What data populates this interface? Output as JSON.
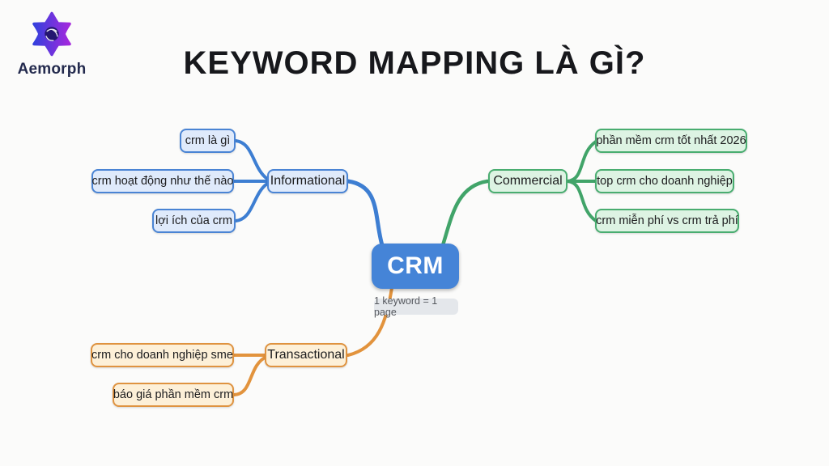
{
  "page": {
    "background_color": "#fbfbfa"
  },
  "header": {
    "brand_name": "Aemorph",
    "brand_text_color": "#232a4d",
    "logo_gradient_start": "#3440dd",
    "logo_gradient_end": "#a428dd",
    "title": "KEYWORD MAPPING LÀ GÌ?",
    "title_color": "#17181c"
  },
  "mindmap": {
    "center_node": {
      "label": "CRM",
      "fill_color": "#4584d7",
      "text_color": "#ffffff"
    },
    "center_note": {
      "label": "1 keyword = 1 page",
      "fill_color": "#e4e7eb",
      "text_color": "#55585e"
    },
    "branches": [
      {
        "label": "Informational",
        "line_color": "#3d7ed2",
        "node_fill": "#dfeafb",
        "children": [
          "crm là gì",
          "crm hoạt động như thế nào",
          "lợi ích của crm"
        ]
      },
      {
        "label": "Commercial",
        "line_color": "#41a469",
        "node_fill": "#ddf3e3",
        "children": [
          "phần mềm crm tốt nhất 2026",
          "top crm cho doanh nghiệp",
          "crm miễn phí vs crm trả phí"
        ]
      },
      {
        "label": "Transactional",
        "line_color": "#e2933d",
        "node_fill": "#fdf0d8",
        "children": [
          "crm cho doanh nghiệp sme",
          "báo giá phần mềm crm"
        ]
      }
    ]
  }
}
